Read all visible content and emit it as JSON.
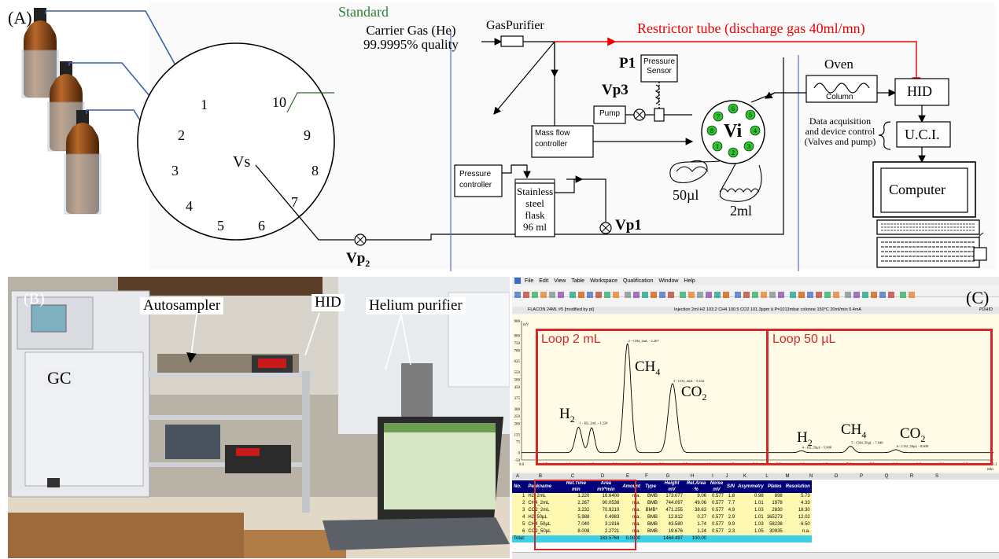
{
  "panelA": {
    "label": "(A)",
    "valve_vs": {
      "name": "Vs",
      "ports": [
        "1",
        "2",
        "3",
        "4",
        "5",
        "6",
        "7",
        "8",
        "9",
        "10"
      ],
      "standard_label": "Standard"
    },
    "carrier_gas": {
      "line1": "Carrier Gas (He)",
      "line2": "99.9995% quality"
    },
    "gas_purifier": "GasPurifier",
    "restrictor": "Restrictor tube (discharge gas 40ml/mn)",
    "p1": "P1",
    "pressure_sensor": {
      "line1": "Pressure",
      "line2": "Sensor"
    },
    "vp3": "Vp3",
    "pump": "Pump",
    "mass_flow": {
      "line1": "Mass flow",
      "line2": "controller"
    },
    "pressure_controller": {
      "line1": "Pressure",
      "line2": "controller"
    },
    "flask": {
      "line1": "Stainless",
      "line2": "steel",
      "line3": "flask",
      "line4": "96 ml"
    },
    "vp1": "Vp1",
    "vp2": "Vp",
    "vp2_sub": "2",
    "vi": {
      "name": "Vi",
      "ports": [
        "1",
        "2",
        "3",
        "4",
        "5",
        "6",
        "7",
        "8"
      ]
    },
    "loop_small": "50µl",
    "loop_large": "2ml",
    "oven": "Oven",
    "column": "Column",
    "hid": "HID",
    "data_acq": {
      "line1": "Data acquisition",
      "line2": "and device control",
      "line3": "(Valves and pump)"
    },
    "uci": "U.C.I.",
    "computer": "Computer"
  },
  "panelB": {
    "label": "(B)",
    "autosampler": "Autosampler",
    "hid": "HID",
    "helium_purifier": "Helium purifier",
    "gc": "GC"
  },
  "panelC": {
    "label": "(C)",
    "menu": [
      "File",
      "Edit",
      "View",
      "Table",
      "Workspace",
      "Qualification",
      "Window",
      "Help"
    ],
    "info_left": "FLACON 24ML #5 [modified by pt]",
    "info_mid": "Injection 2ml H2 103.2 CH4 100.5 CO2 101.3ppm à P=1013mbar colonne 150°C 20ml/min 0.4mA",
    "info_right": "PDHID",
    "y_axis_unit": "mV",
    "x_axis_unit": "min",
    "loop1_label": "Loop 2 mL",
    "loop2_label": "Loop 50 µL",
    "peak_labels": {
      "h2_2ml": "1 - H2_2mL - 1.220",
      "ch4_2ml": "2 - CH4_2mL - 2.267",
      "co2_2ml": "3 - CO2_2mL - 3.232",
      "h2_50": "4 - H2_50µL - 5.988",
      "ch4_50": "5 - CH4_50µL - 7.040",
      "co2_50": "6 - CO2_50µL - 8.008"
    },
    "species": {
      "h2": "H",
      "h2_sub": "2",
      "ch4": "CH",
      "ch4_sub": "4",
      "co2": "CO",
      "co2_sub": "2"
    },
    "col_letters": [
      "A",
      "B",
      "C",
      "D",
      "E",
      "F",
      "G",
      "H",
      "I",
      "J",
      "K",
      "L",
      "M",
      "N",
      "O",
      "P",
      "Q",
      "R",
      "S"
    ],
    "table_headers": [
      "No.",
      "Peakname",
      "Ret.Time\nmin",
      "Area\nmV*min",
      "Amount",
      "Type",
      "Height\nmV",
      "Rel.Area\n%",
      "Noise\nmV",
      "S/N",
      "Asymmetry",
      "Plates",
      "Resolution"
    ],
    "table_rows": [
      [
        "1",
        "H2_2mL",
        "1.220",
        "16.6400",
        "n.a.",
        "BMB",
        "173.077",
        "9.06",
        "0.577",
        "1.8",
        "0.98",
        "898",
        "5.73"
      ],
      [
        "2",
        "CH4_2mL",
        "2.267",
        "90.0538",
        "n.a.",
        "BMB",
        "744.097",
        "49.06",
        "0.577",
        "7.7",
        "1.01",
        "1978",
        "4.33"
      ],
      [
        "3",
        "CO2_2mL",
        "3.232",
        "70.9210",
        "n.a.",
        "BMB*",
        "471.255",
        "38.63",
        "0.577",
        "4.9",
        "1.03",
        "2830",
        "18.30"
      ],
      [
        "4",
        "H2_50µL",
        "5.988",
        "0.4983",
        "n.a.",
        "BMB",
        "12.812",
        "0.27",
        "0.577",
        "2.9",
        "1.01",
        "165273",
        "12.02"
      ],
      [
        "5",
        "CH4_50µL",
        "7.040",
        "3.1916",
        "n.a.",
        "BMB",
        "43.580",
        "1.74",
        "0.577",
        "9.9",
        "1.03",
        "58238",
        "6.50"
      ],
      [
        "6",
        "CO2_50µL",
        "8.008",
        "2.2721",
        "n.a.",
        "BMB",
        "19.676",
        "1.24",
        "0.577",
        "2.3",
        "1.05",
        "30935",
        "n.a."
      ]
    ],
    "total_row": [
      "Total:",
      "",
      "",
      "183.5769",
      "0.0000",
      "",
      "1464.497",
      "100.00",
      "",
      "",
      "",
      "",
      ""
    ]
  },
  "chart_data": {
    "type": "line",
    "title": "",
    "xlabel": "min",
    "ylabel": "mV",
    "xlim": [
      0,
      10.1
    ],
    "ylim": [
      -50,
      900
    ],
    "x_ticks": [
      0.0,
      0.5,
      1.0,
      1.5,
      2.0,
      2.5,
      3.0,
      3.5,
      4.0,
      4.5,
      5.0,
      5.5,
      6.0,
      6.5,
      7.0,
      7.5,
      8.0,
      8.5,
      9.0,
      9.5,
      10.1
    ],
    "y_ticks": [
      -50,
      0,
      75,
      125,
      200,
      250,
      300,
      375,
      450,
      500,
      550,
      625,
      700,
      750,
      800,
      900
    ],
    "series": [
      {
        "peaks": [
          {
            "rt": 1.22,
            "height": 173.077
          },
          {
            "rt": 1.5,
            "height": 170.0
          },
          {
            "rt": 2.267,
            "height": 744.097
          },
          {
            "rt": 3.232,
            "height": 471.255
          },
          {
            "rt": 5.988,
            "height": 12.812
          },
          {
            "rt": 7.04,
            "height": 43.58
          },
          {
            "rt": 8.008,
            "height": 19.676
          }
        ]
      }
    ]
  }
}
